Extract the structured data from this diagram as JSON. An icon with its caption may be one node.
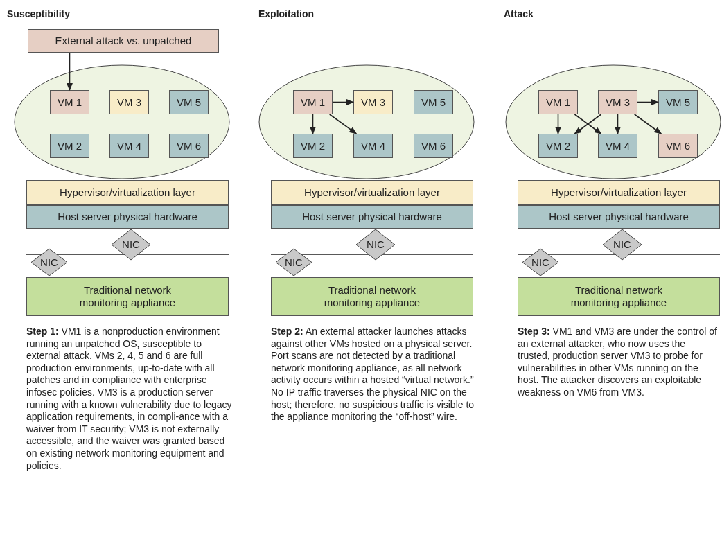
{
  "diagram": {
    "nodes": [
      {
        "text": [
          "External attack vs. unpatched"
        ]
      },
      {
        "text": [],
        "shape": "ellipse"
      },
      {
        "text": [
          "VM 1"
        ],
        "in": 1
      },
      {
        "text": [
          "VM 3"
        ],
        "in": 1
      },
      {
        "text": [
          "VM 5"
        ],
        "in": 1
      },
      {
        "text": [
          "VM 2"
        ],
        "in": 1
      },
      {
        "text": [
          "VM 4"
        ],
        "in": 1
      },
      {
        "text": [
          "VM 6"
        ],
        "in": 1
      },
      {
        "text": [
          "Hypervisor/virtualization layer"
        ]
      },
      {
        "text": [
          "Host server physical hardware"
        ]
      },
      {
        "text": [
          "NIC"
        ]
      },
      {
        "text": [
          "NIC"
        ]
      },
      {
        "text": [
          "Traditional network monitoring appliance"
        ]
      },
      {
        "text": [],
        "shape": "ellipse"
      },
      {
        "text": [
          "VM 1"
        ],
        "in": 13
      },
      {
        "text": [
          "VM 3"
        ],
        "in": 13
      },
      {
        "text": [
          "VM 5"
        ],
        "in": 13
      },
      {
        "text": [
          "VM 2"
        ],
        "in": 13
      },
      {
        "text": [
          "VM 4"
        ],
        "in": 13
      },
      {
        "text": [
          "VM 6"
        ],
        "in": 13
      },
      {
        "text": [
          "Hypervisor/virtualization layer"
        ]
      },
      {
        "text": [
          "Host server physical hardware"
        ]
      },
      {
        "text": [
          "NIC"
        ]
      },
      {
        "text": [
          "NIC"
        ]
      },
      {
        "text": [
          "Traditional network monitoring appliance"
        ]
      },
      {
        "text": [],
        "shape": "ellipse"
      },
      {
        "text": [
          "VM 1"
        ],
        "in": 25
      },
      {
        "text": [
          "VM 3"
        ],
        "in": 25
      },
      {
        "text": [
          "VM 5"
        ],
        "in": 25
      },
      {
        "text": [
          "VM 2"
        ],
        "in": 25
      },
      {
        "text": [
          "VM 4"
        ],
        "in": 25
      },
      {
        "text": [
          "VM 6"
        ],
        "in": 25
      },
      {
        "text": [
          "Hypervisor/virtualization layer"
        ]
      },
      {
        "text": [
          "Host server physical hardware"
        ]
      },
      {
        "text": [
          "NIC"
        ]
      },
      {
        "text": [
          "NIC"
        ]
      },
      {
        "text": [
          "Traditional network monitoring appliance"
        ]
      }
    ],
    "edges": [
      {
        "from": 0,
        "to": 2,
        "arrow": "to"
      },
      {
        "from": 14,
        "to": 15,
        "arrow": "to"
      },
      {
        "from": 14,
        "to": 17,
        "arrow": "to"
      },
      {
        "from": 14,
        "to": 18,
        "arrow": "to"
      },
      {
        "from": 26,
        "to": 29,
        "arrow": "to"
      },
      {
        "from": 26,
        "to": 30,
        "arrow": "to"
      },
      {
        "from": 27,
        "to": 29,
        "arrow": "to"
      },
      {
        "from": 27,
        "to": 30,
        "arrow": "to"
      },
      {
        "from": 27,
        "to": 28,
        "arrow": "to"
      },
      {
        "from": 27,
        "to": 31,
        "arrow": "to"
      }
    ],
    "labels": [
      "Susceptibility",
      "Exploitation",
      "Attack",
      "**Step 1:** VM1 is a nonproduction environment running an unpatched OS, susceptible to external attack. VMs 2, 4, 5 and 6 are full production environments, up-to-date with all patches and in compliance with enterprise infosec policies. VM3 is a production server running with a known vulnerability due to legacy application requirements, in compli-ance with a waiver from IT security; VM3 is not externally accessible, and the waiver was granted based on existing network monitoring equipment and policies.",
      "**Step 2:** An external attacker launches attacks against other VMs hosted on a physical server. Port scans are not detected by a traditional network monitoring appliance, as all network activity occurs within a hosted “virtual network.” No IP traffic traverses the physical NIC on the host; therefore, no suspicious traffic is visible to the appliance monitoring the “off-host” wire.",
      "**Step 3:** VM1 and VM3 are under the control of an external attacker, who now uses the trusted, production server VM3 to probe for vulnerabilities in other VMs running on the host. The attacker discovers an exploitable weakness on VM6 from VM3."
    ]
  }
}
